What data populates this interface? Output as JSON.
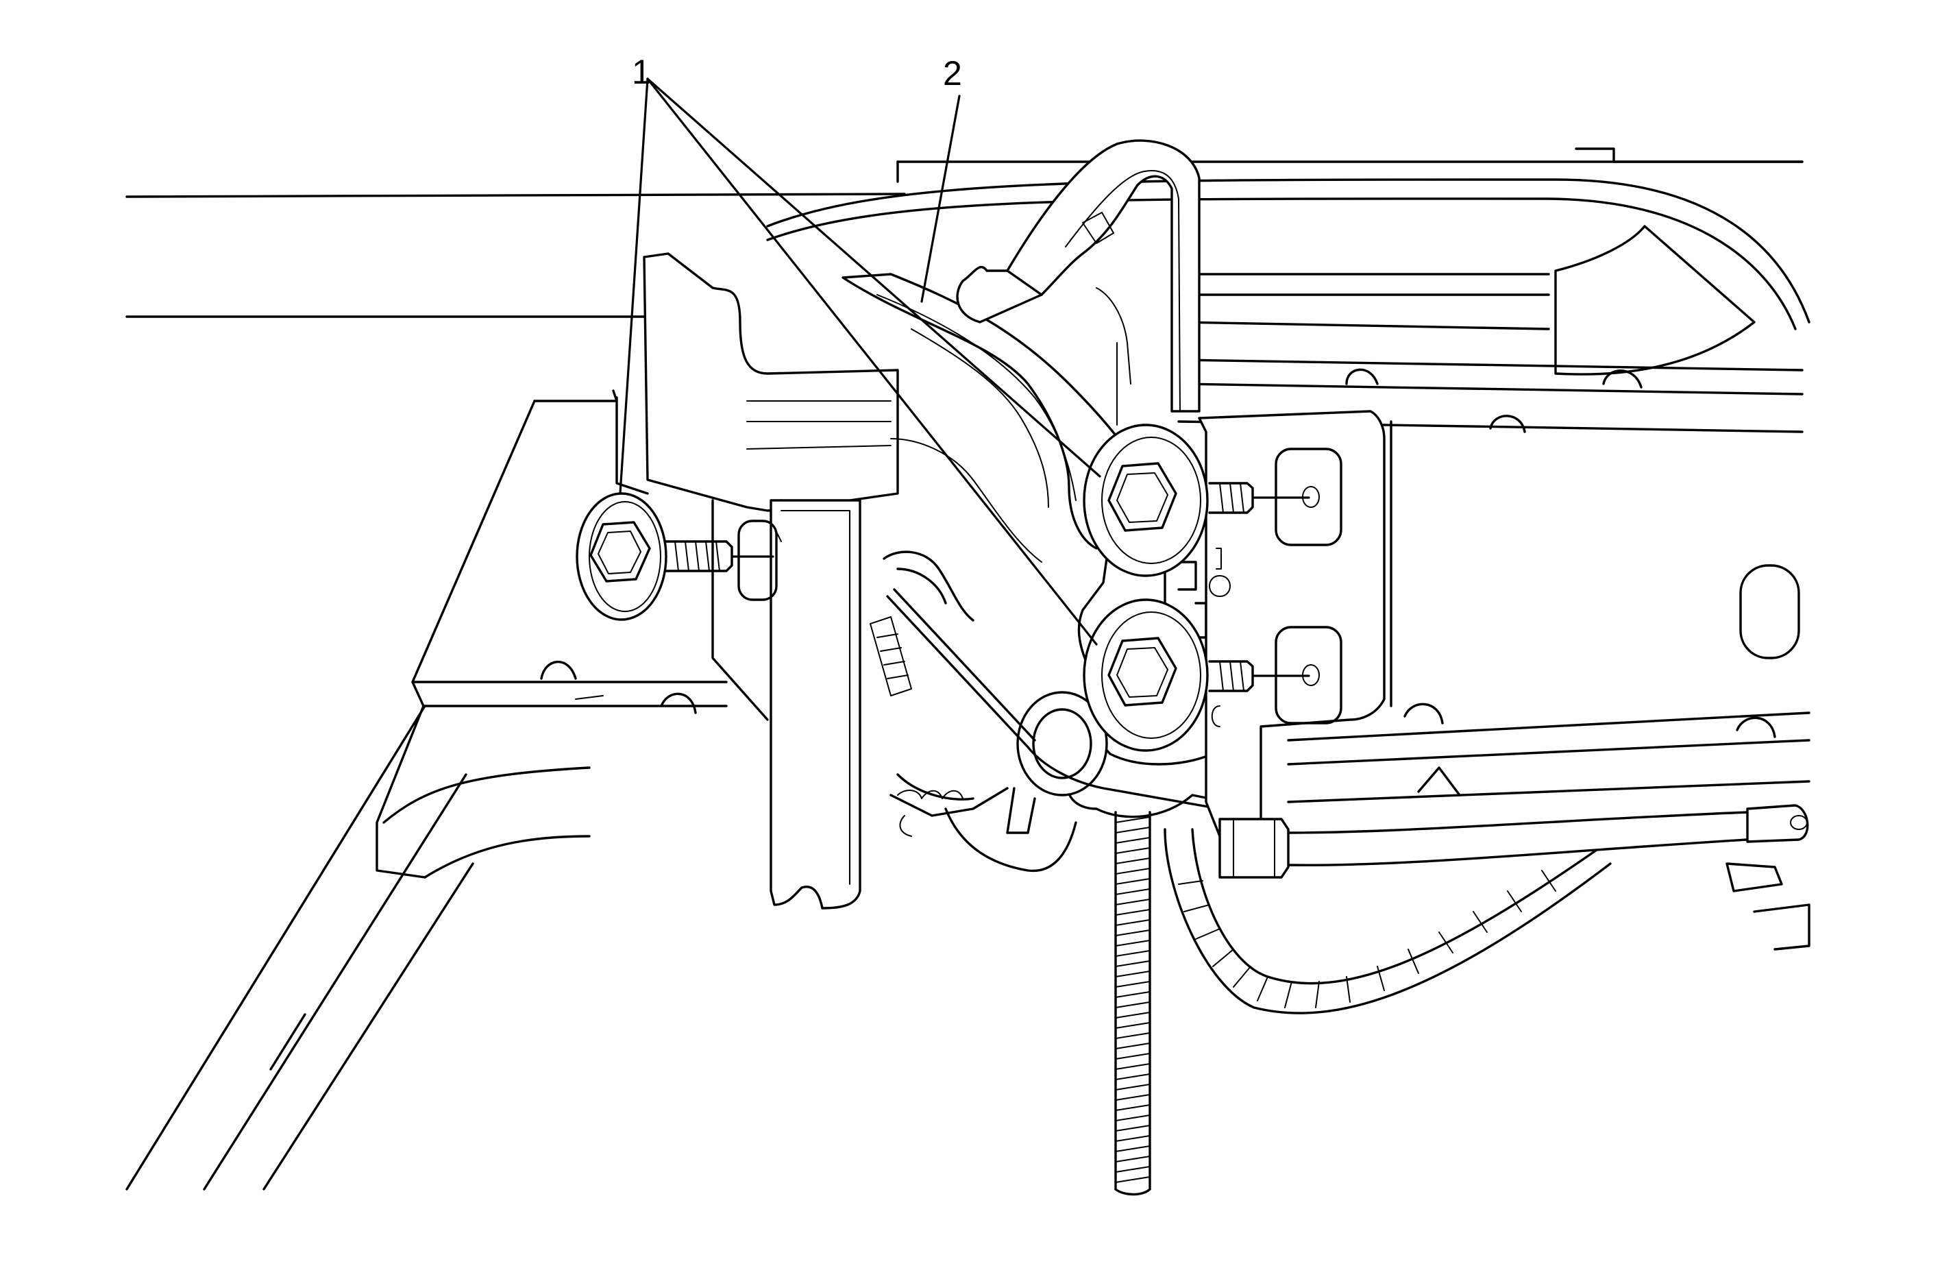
{
  "callouts": [
    {
      "label": "1",
      "name": "fasteners"
    },
    {
      "label": "2",
      "name": "hood-latch"
    }
  ]
}
